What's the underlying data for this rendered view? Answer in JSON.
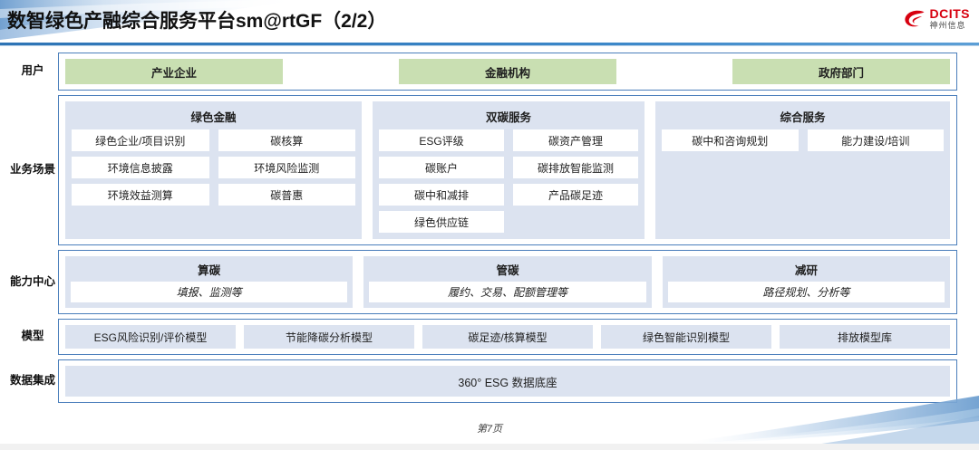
{
  "header": {
    "title": "数智绿色产融综合服务平台sm@rtGF（2/2）",
    "logo": {
      "name": "DCITS",
      "sub": "神州信息",
      "mark": "dcits-swirl-icon",
      "color": "#d7000f"
    }
  },
  "colors": {
    "accent_blue": "#4a7ebb",
    "group_bg": "#dce3f0",
    "user_green": "#c9dfb2",
    "title_rule": "#2e74b5"
  },
  "layers": [
    {
      "id": "users",
      "label": "用户",
      "items": [
        "产业企业",
        "金融机构",
        "政府部门"
      ]
    },
    {
      "id": "business-scenario",
      "label": "业务场景",
      "groups": [
        {
          "title": "绿色金融",
          "items": [
            "绿色企业/项目识别",
            "碳核算",
            "环境信息披露",
            "环境风险监测",
            "环境效益测算",
            "碳普惠"
          ]
        },
        {
          "title": "双碳服务",
          "items": [
            "ESG评级",
            "碳资产管理",
            "碳账户",
            "碳排放智能监测",
            "碳中和减排",
            "产品碳足迹",
            "绿色供应链"
          ]
        },
        {
          "title": "综合服务",
          "items": [
            "碳中和咨询规划",
            "能力建设/培训"
          ]
        }
      ]
    },
    {
      "id": "capability-center",
      "label": "能力中心",
      "groups": [
        {
          "title": "算碳",
          "desc": "填报、监测等"
        },
        {
          "title": "管碳",
          "desc": "履约、交易、配额管理等"
        },
        {
          "title": "减研",
          "desc": "路径规划、分析等"
        }
      ]
    },
    {
      "id": "model",
      "label": "模型",
      "items": [
        "ESG风险识别/评价模型",
        "节能降碳分析模型",
        "碳足迹/核算模型",
        "绿色智能识别模型",
        "排放模型库"
      ]
    },
    {
      "id": "data-integration",
      "label": "数据集成",
      "items": [
        "360° ESG 数据底座"
      ]
    }
  ],
  "footer": {
    "page": "第7页"
  }
}
